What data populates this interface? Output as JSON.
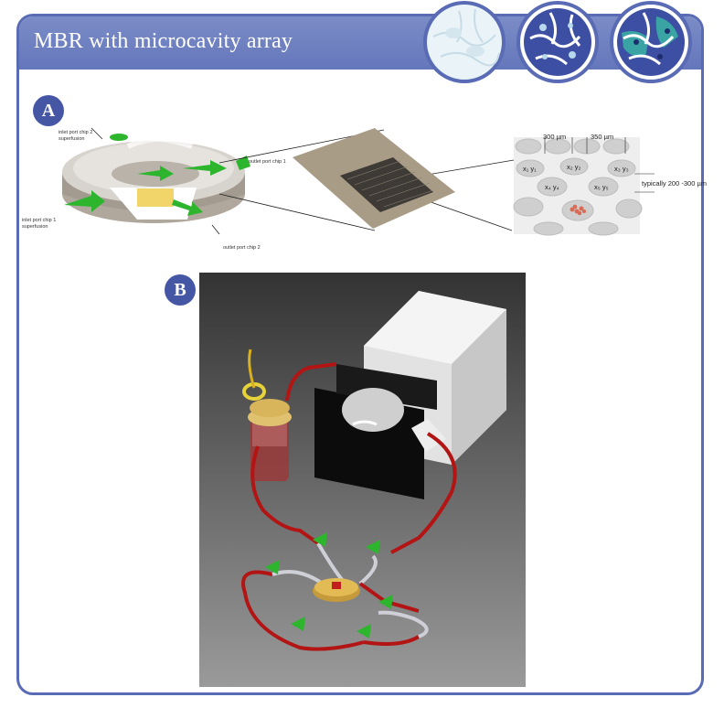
{
  "header": {
    "title": "MBR with microcavity array"
  },
  "icons": [
    "cells-sparse-icon",
    "cells-dense-icon",
    "cells-stained-icon"
  ],
  "panel_a": {
    "badge": "A",
    "labels": {
      "inlet_port_chip2_line1": "inlet port chip 2",
      "inlet_port_chip2_line2": "superfusion",
      "inlet_port_chip1_line1": "inlet port chip 1",
      "inlet_port_chip1_line2": "superfusion",
      "outlet_port_chip1": "outlet port chip 1",
      "outlet_port_chip2": "outlet port chip 2"
    },
    "dimensions": {
      "pitch_300": "300 µm",
      "pitch_350": "350 µm",
      "cavity_size": "typically 200 -300 µm"
    },
    "cavity_coords": {
      "c1": "x₁ y₁",
      "c2": "x₂ y₂",
      "c3": "x₃ y₃",
      "c4": "x₄ y₄",
      "c5": "x₅ y₅"
    }
  },
  "panel_b": {
    "badge": "B"
  },
  "colors": {
    "frame": "#5a6bb5",
    "header": "#7081c1",
    "badge": "#4556a5",
    "arrow_green": "#2db52d",
    "tube_red": "#b31414"
  }
}
